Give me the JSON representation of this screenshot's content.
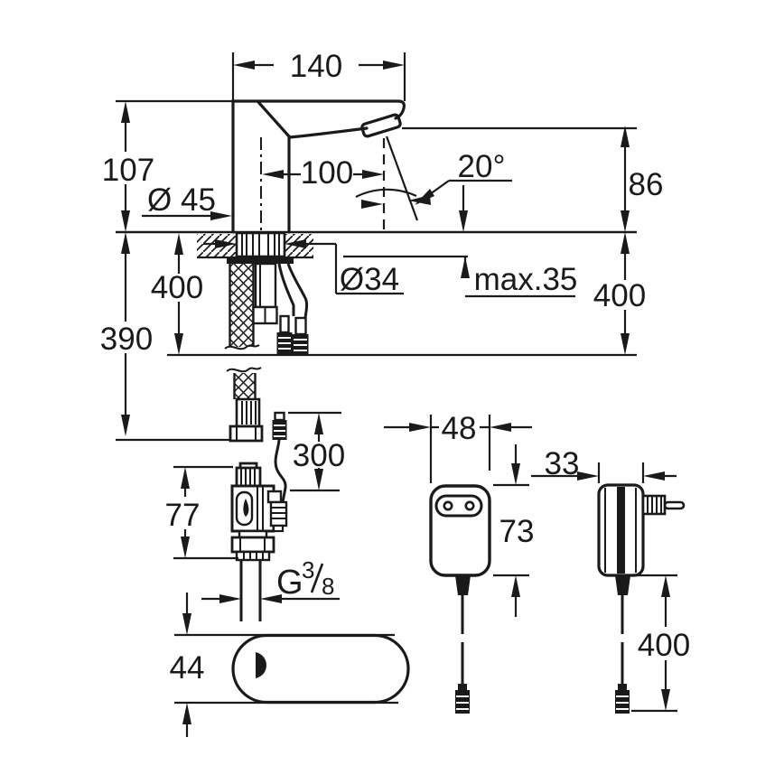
{
  "drawing": {
    "kind": "faucet installation dimensional drawing",
    "ink_color": "#1a1a1a",
    "background_color": "#ffffff",
    "dims": {
      "spout_projection": "140",
      "total_height": "107",
      "body_diameter": "Ø 45",
      "outlet_offset": "100",
      "spray_angle": "20°",
      "outlet_height": "86",
      "hole_diameter": "Ø34",
      "deck_max_thickness": "max.35",
      "drop_right": "400",
      "drop_left": "400",
      "hose_drop": "390",
      "cable_length": "300",
      "valve_height": "77",
      "thread_g": "G",
      "thread_num": "3",
      "thread_slash": "/",
      "thread_den": "8",
      "window_height": "44",
      "psu_width": "48",
      "psu_height": "73",
      "psu_depth": "33",
      "psu_cable_length": "400"
    }
  }
}
